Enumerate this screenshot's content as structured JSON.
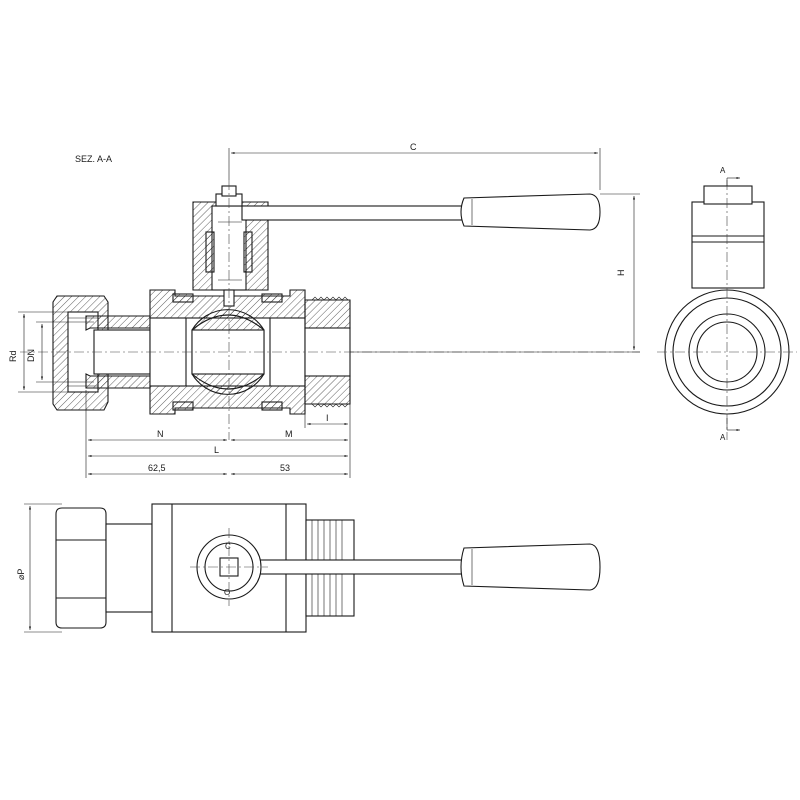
{
  "section_title": "SEZ. A-A",
  "dimensions": {
    "c": "C",
    "h": "H",
    "rd": "Rd",
    "dn": "DN",
    "n": "N",
    "m": "M",
    "i": "I",
    "l": "L",
    "left_len": "62,5",
    "right_len": "53",
    "p": "⌀P"
  },
  "section_marks": {
    "top": "A",
    "bottom": "A"
  },
  "handle_marks": {
    "c": "C",
    "o": "O"
  }
}
